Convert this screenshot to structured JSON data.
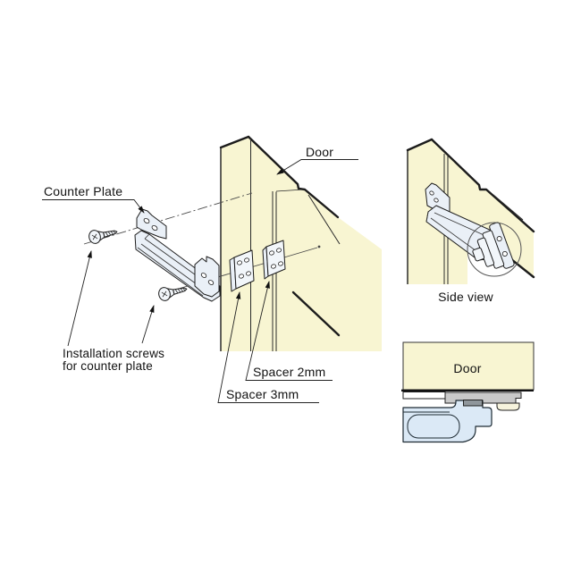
{
  "labels": {
    "main": {
      "door": "Door",
      "counter_plate": "Counter Plate",
      "install_screws_line1": "Installation screws",
      "install_screws_line2": "for counter plate",
      "spacer_2mm": "Spacer 2mm",
      "spacer_3mm": "Spacer 3mm"
    },
    "side_view": {
      "caption": "Side view"
    },
    "bottom_view": {
      "door": "Door"
    }
  },
  "colors": {
    "door_fill": "#f8f5d2",
    "hardware_fill": "#eaf0f7",
    "latch_fill": "#dbe9f6",
    "plate_gray": "#c9c9c9",
    "tab_gray": "#8f969b",
    "outline": "#1c1c1c"
  }
}
